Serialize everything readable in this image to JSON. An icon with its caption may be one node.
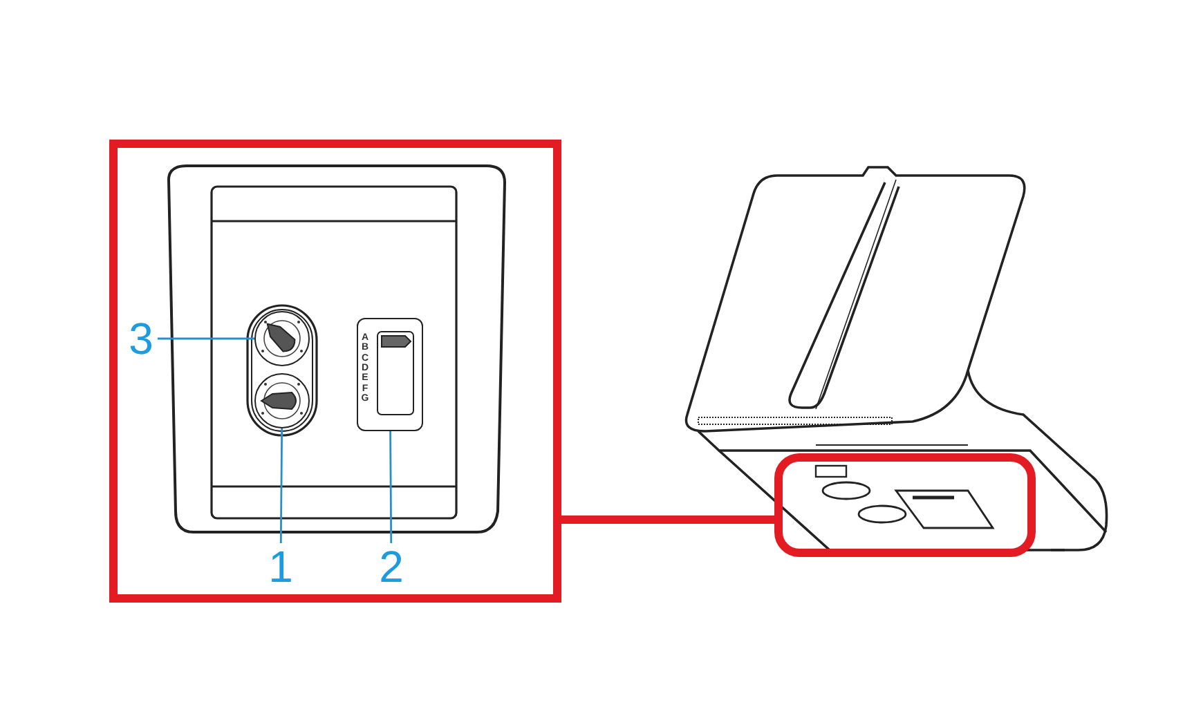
{
  "diagram": {
    "nodes": [
      {
        "text": [],
        "shape": "box"
      },
      {
        "text": [
          "3"
        ],
        "in": 0
      },
      {
        "text": [],
        "shape": "circle",
        "in": 0
      },
      {
        "text": [],
        "shape": "circle",
        "in": 0
      },
      {
        "text": [],
        "shape": "box",
        "in": 0
      },
      {
        "text": [
          "1"
        ],
        "in": 0
      },
      {
        "text": [
          "2"
        ],
        "in": 0
      },
      {
        "text": [],
        "shape": "box"
      }
    ],
    "edges": [
      {
        "from": 1,
        "to": 2,
        "arrow": "none"
      },
      {
        "from": 5,
        "to": 3,
        "arrow": "none"
      },
      {
        "from": 6,
        "to": 4,
        "arrow": "none"
      },
      {
        "from": 0,
        "to": 7,
        "arrow": "none",
        "style": "thick",
        "color": "#e31b23"
      }
    ],
    "labels": [
      "A",
      "B",
      "C",
      "D",
      "E",
      "F",
      "G"
    ]
  }
}
